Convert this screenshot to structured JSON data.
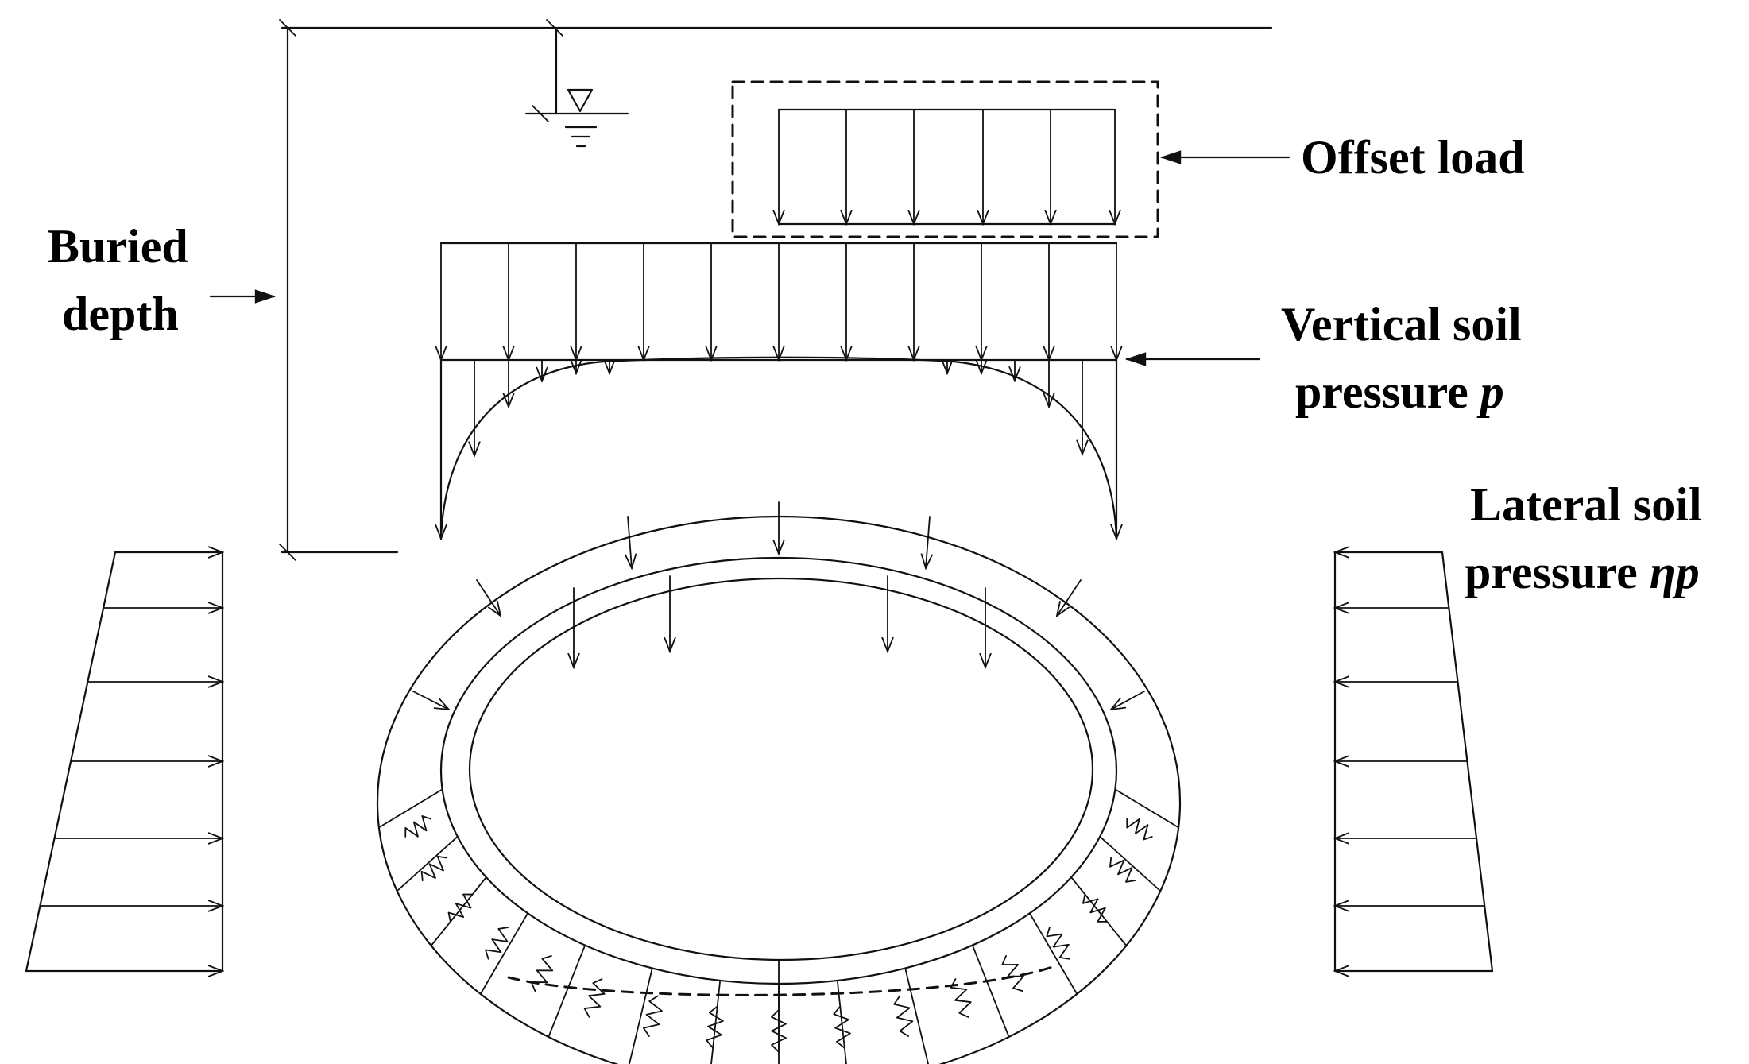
{
  "labels": {
    "buried_depth_1": "Buried",
    "buried_depth_2": "depth",
    "offset_load": "Offset load",
    "vertical_1": "Vertical soil",
    "vertical_2": "pressure ",
    "vertical_var": "p",
    "lateral_1": "Lateral soil",
    "lateral_2": "pressure ",
    "lateral_var": "ηp"
  }
}
